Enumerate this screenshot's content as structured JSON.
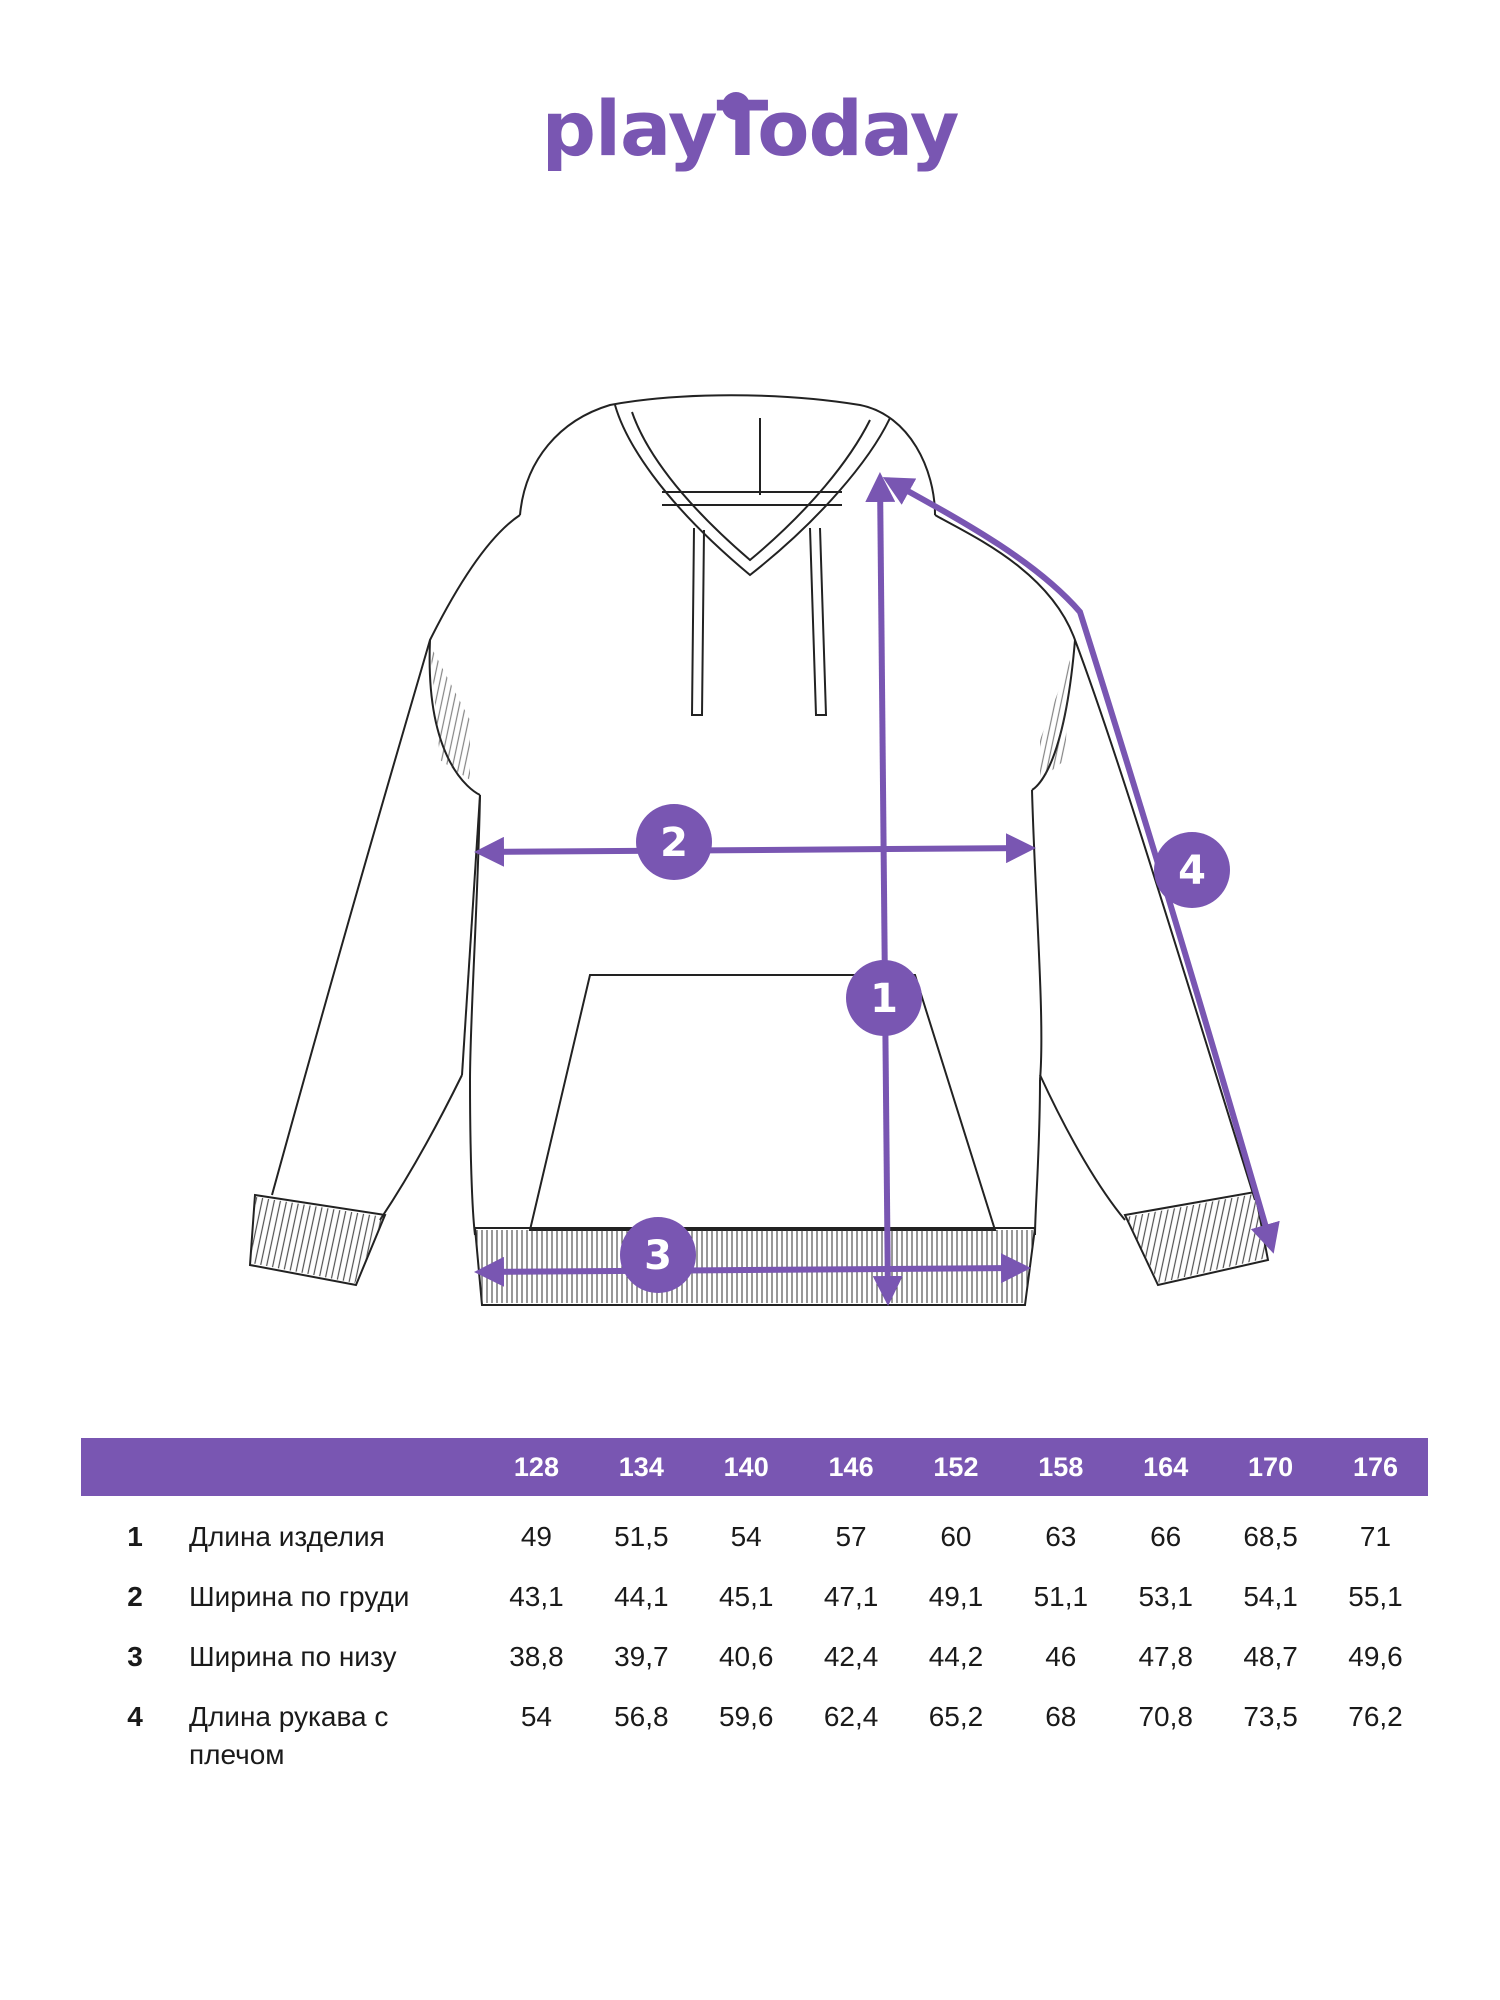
{
  "brand": {
    "name": "playToday",
    "color": "#7956b2"
  },
  "callouts": [
    "1",
    "2",
    "3",
    "4"
  ],
  "size_table": {
    "sizes": [
      "128",
      "134",
      "140",
      "146",
      "152",
      "158",
      "164",
      "170",
      "176"
    ],
    "rows": [
      {
        "num": "1",
        "label": "Длина изделия",
        "values": [
          "49",
          "51,5",
          "54",
          "57",
          "60",
          "63",
          "66",
          "68,5",
          "71"
        ]
      },
      {
        "num": "2",
        "label": "Ширина по груди",
        "values": [
          "43,1",
          "44,1",
          "45,1",
          "47,1",
          "49,1",
          "51,1",
          "53,1",
          "54,1",
          "55,1"
        ]
      },
      {
        "num": "3",
        "label": "Ширина по низу",
        "values": [
          "38,8",
          "39,7",
          "40,6",
          "42,4",
          "44,2",
          "46",
          "47,8",
          "48,7",
          "49,6"
        ]
      },
      {
        "num": "4",
        "label": "Длина рукава с плечом",
        "values": [
          "54",
          "56,8",
          "59,6",
          "62,4",
          "65,2",
          "68",
          "70,8",
          "73,5",
          "76,2"
        ]
      }
    ]
  }
}
